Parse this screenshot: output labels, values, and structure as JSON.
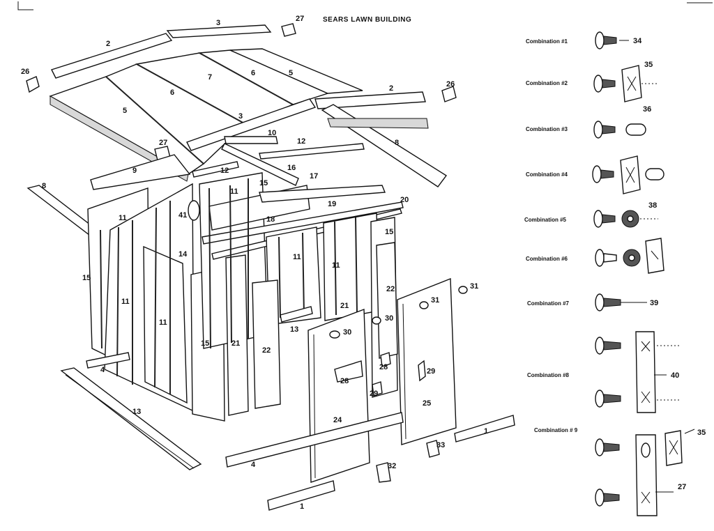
{
  "title": "SEARS LAWN BUILDING",
  "combinations": [
    {
      "label": "Combination #1",
      "parts": [
        "34"
      ]
    },
    {
      "label": "Combination #2",
      "parts": [
        "35"
      ]
    },
    {
      "label": "Combination #3",
      "parts": [
        "36"
      ]
    },
    {
      "label": "Combination #4",
      "parts": []
    },
    {
      "label": "Combination #5",
      "parts": [
        "38"
      ]
    },
    {
      "label": "Combination #6",
      "parts": []
    },
    {
      "label": "Combination #7",
      "parts": [
        "39"
      ]
    },
    {
      "label": "Combination #8",
      "parts": [
        "40"
      ]
    },
    {
      "label": "Combination # 9",
      "parts": [
        "35",
        "27"
      ]
    }
  ],
  "part_numbers": {
    "p1": "1",
    "p2": "2",
    "p3": "3",
    "p4": "4",
    "p5": "5",
    "p6": "6",
    "p7": "7",
    "p8": "8",
    "p9": "9",
    "p10": "10",
    "p11": "11",
    "p12": "12",
    "p13": "13",
    "p14": "14",
    "p15": "15",
    "p16": "16",
    "p17": "17",
    "p18": "18",
    "p19": "19",
    "p20": "20",
    "p21": "21",
    "p22": "22",
    "p24": "24",
    "p25": "25",
    "p26": "26",
    "p27": "27",
    "p28": "28",
    "p29": "29",
    "p30": "30",
    "p31": "31",
    "p32": "32",
    "p33": "33",
    "p41": "41"
  }
}
